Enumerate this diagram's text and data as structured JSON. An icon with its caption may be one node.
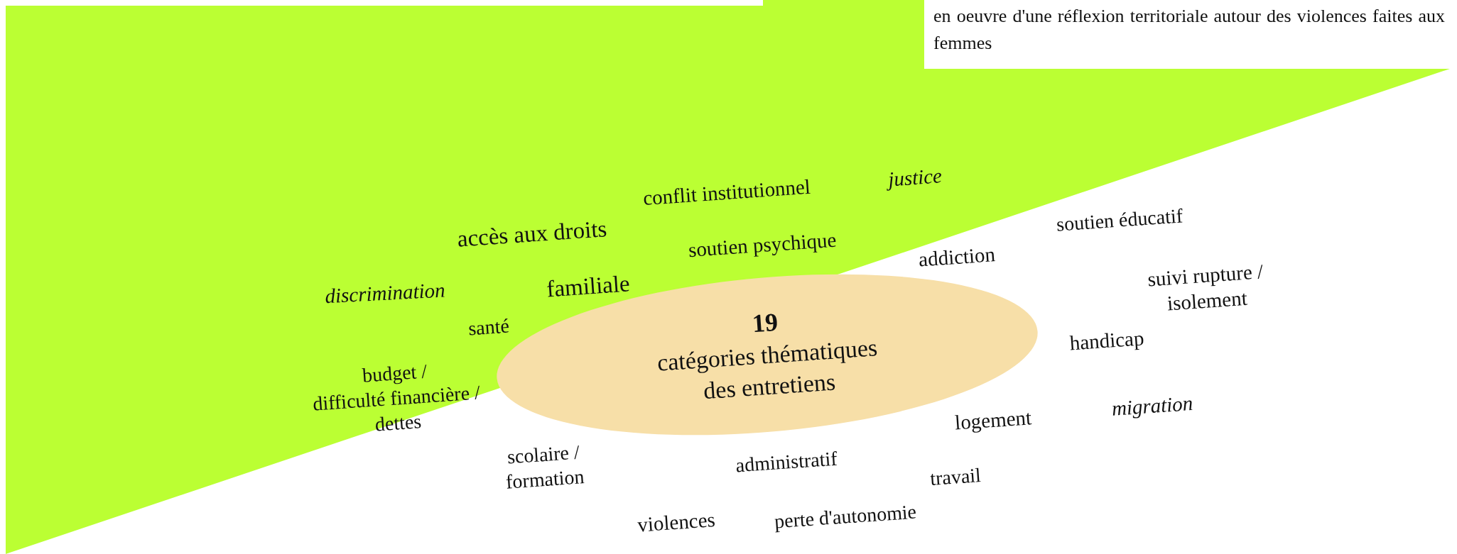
{
  "diagram": {
    "nodes": [
      {
        "text": [
          "19",
          "catégories thématiques des entretiens"
        ]
      }
    ],
    "labels": [
      "en oeuvre d'une réflexion territoriale autour des violences faites aux femmes",
      "justice",
      "conflit institutionnel",
      "accès aux droits",
      "soutien éducatif",
      "soutien psychique",
      "addiction",
      "discrimination",
      "familiale",
      "suivi rupture / isolement",
      "santé",
      "handicap",
      "budget / difficulté financière / dettes",
      "migration",
      "logement",
      "scolaire / formation",
      "administratif",
      "travail",
      "perte d'autonomie",
      "violences"
    ]
  }
}
